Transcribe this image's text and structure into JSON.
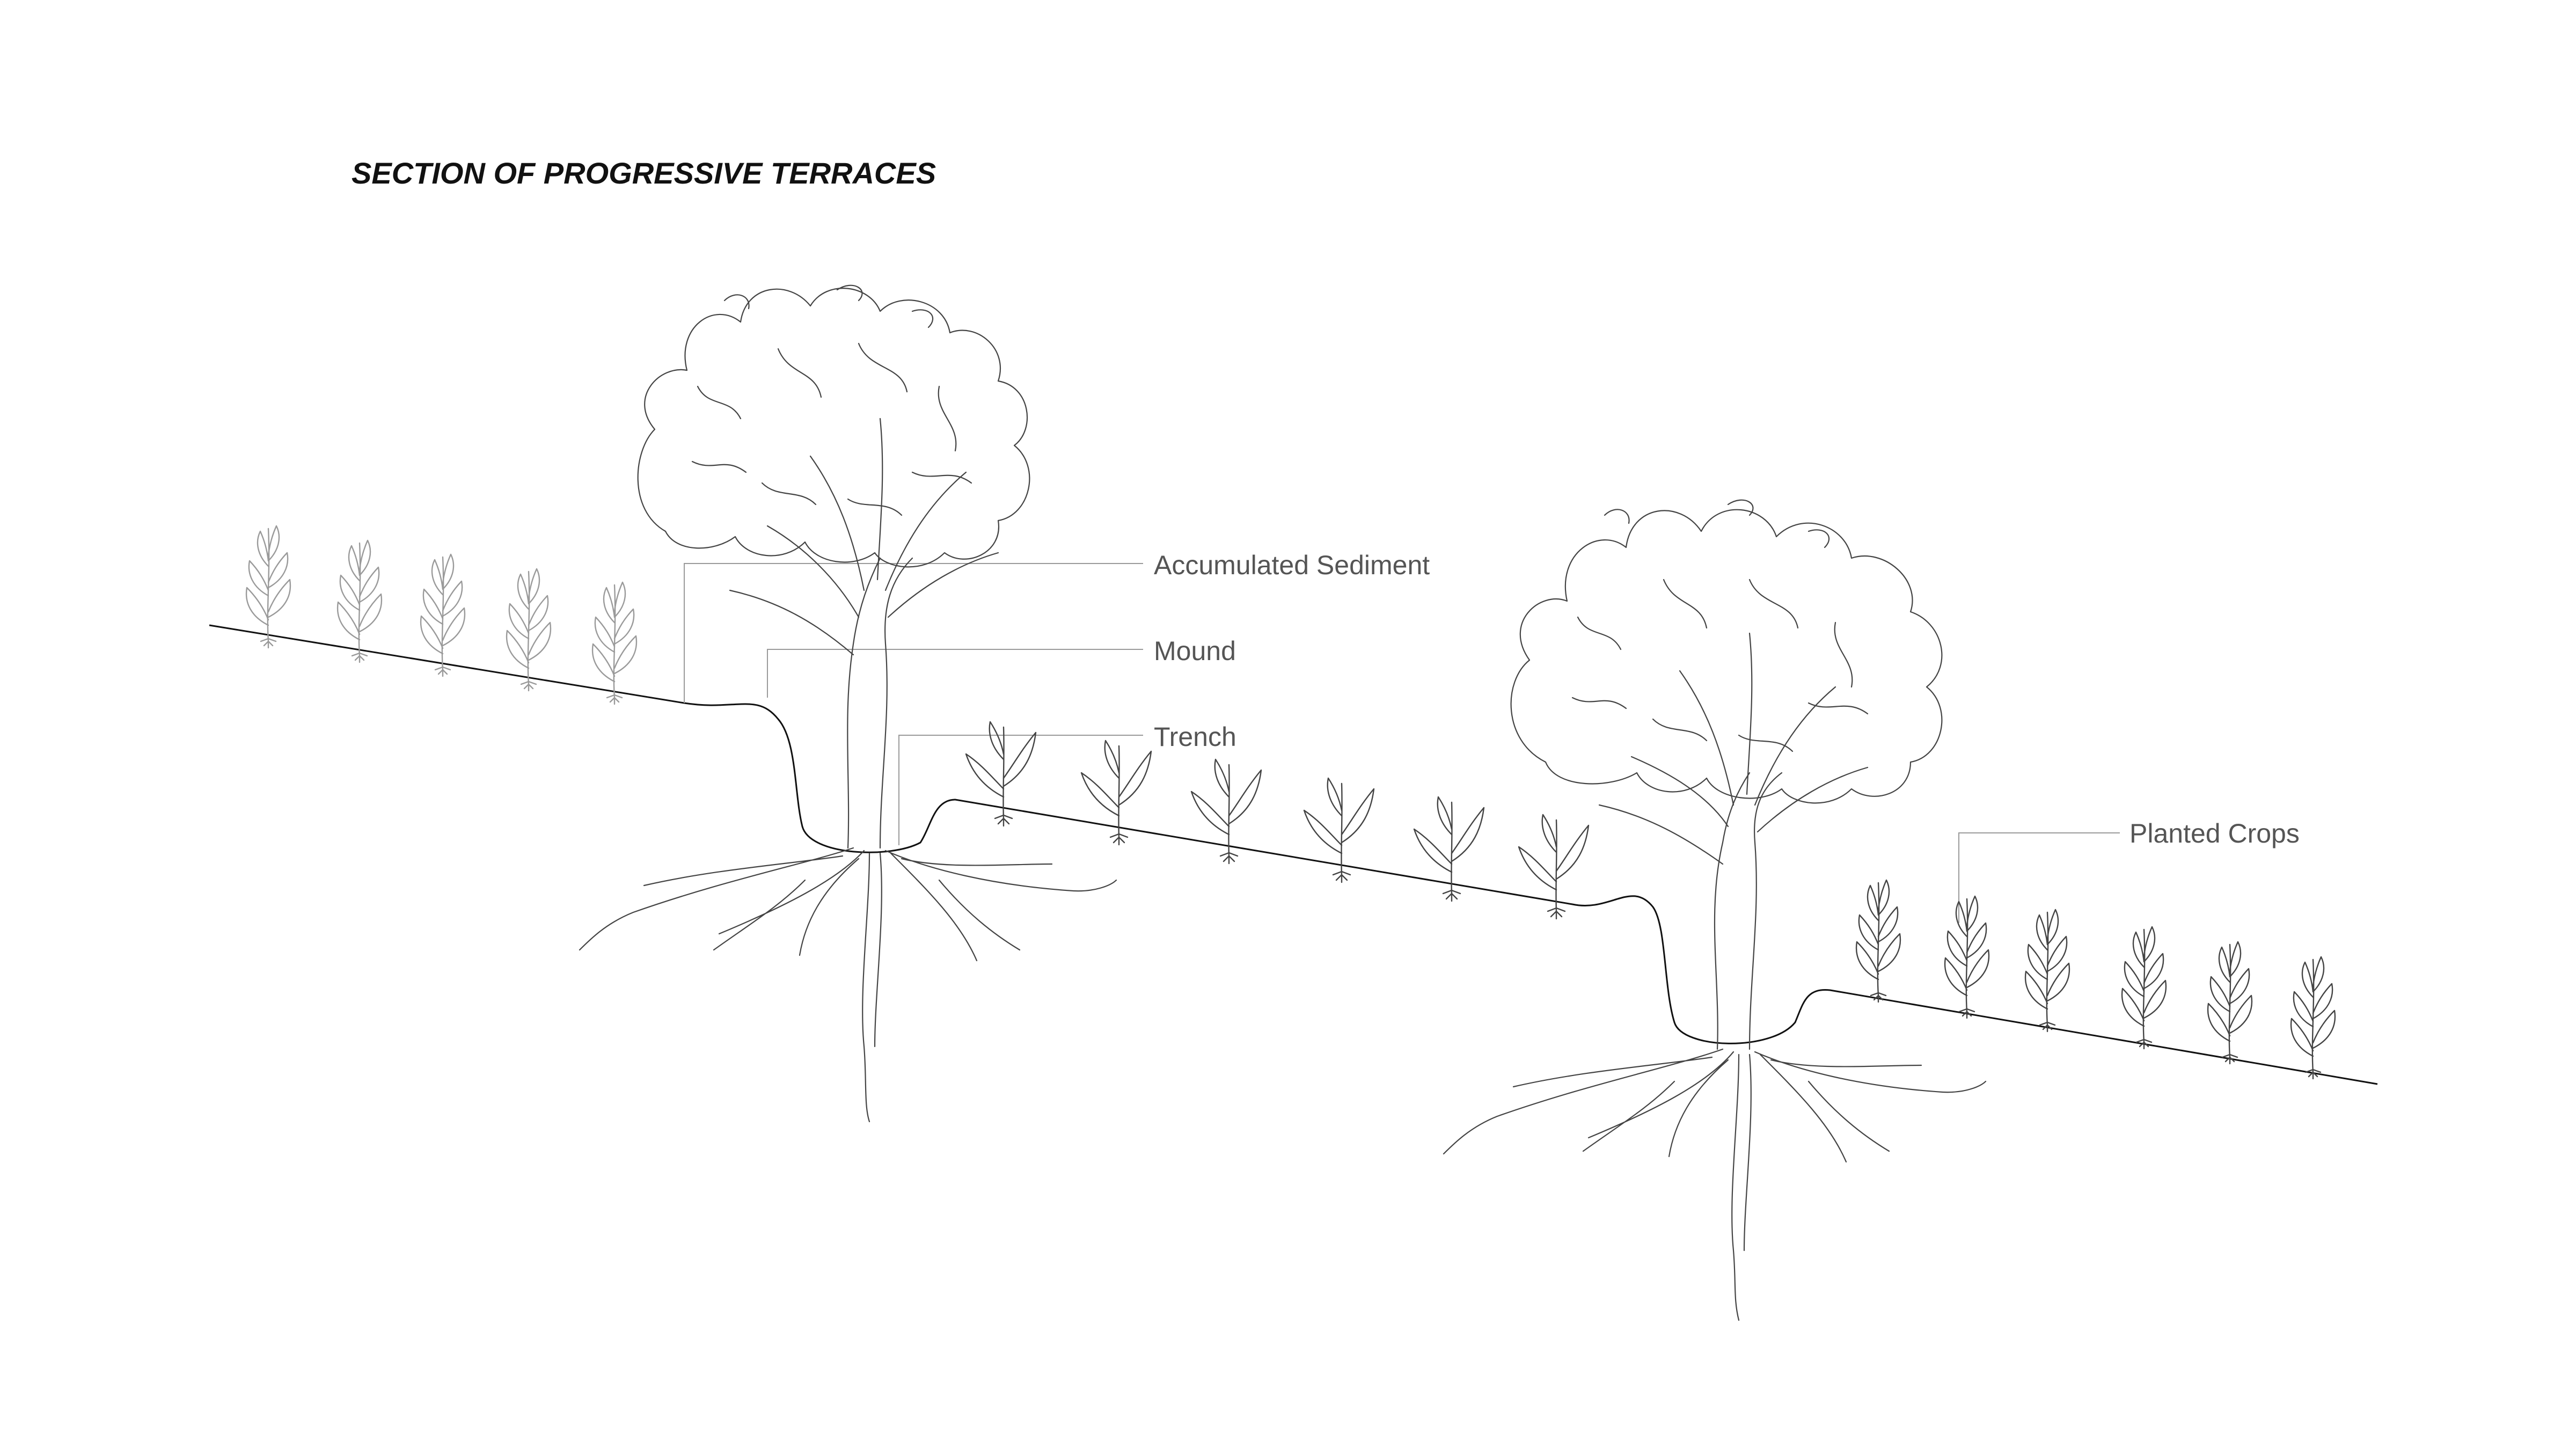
{
  "title": "SECTION OF PROGRESSIVE TERRACES",
  "labels": {
    "accumulated_sediment": "Accumulated Sediment",
    "mound": "Mound",
    "trench": "Trench",
    "planted_crops": "Planted Crops"
  },
  "colors": {
    "ground_line": "#111111",
    "drawing_line": "#444444",
    "faded_crop": "#9a9a9a",
    "leader_line": "#9a9a9a",
    "label_text": "#555555",
    "title_text": "#111111"
  },
  "elements": {
    "trees": 2,
    "crops_upper_faded": 5,
    "crops_middle": 6,
    "crops_lower": 6
  }
}
